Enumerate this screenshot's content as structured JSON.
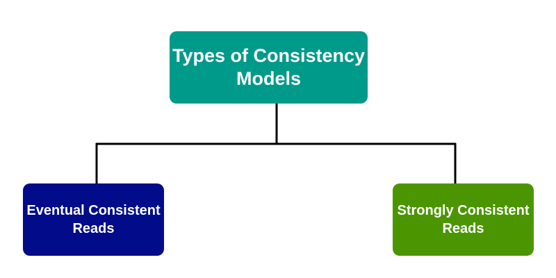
{
  "diagram": {
    "root": {
      "label": "Types of Consistency\nModels",
      "color": "#009a8a"
    },
    "children": [
      {
        "label": "Eventual Consistent\nReads",
        "color": "#020b8a"
      },
      {
        "label": "Strongly Consistent\nReads",
        "color": "#4b9600"
      }
    ],
    "connector_color": "#000000"
  }
}
